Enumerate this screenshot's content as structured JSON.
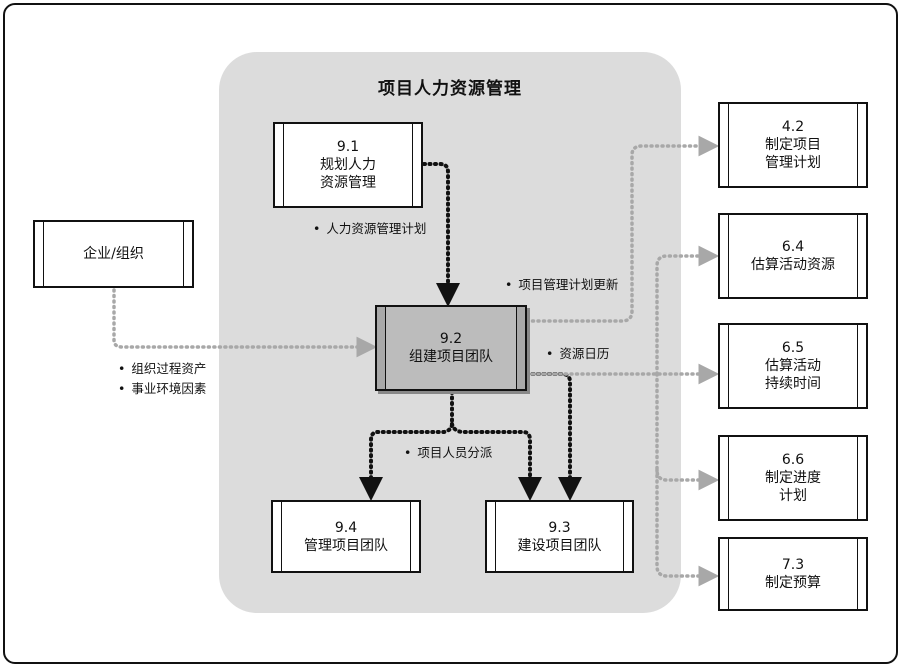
{
  "region_title": "项目人力资源管理",
  "processes": {
    "p91": {
      "number": "9.1",
      "line1": "规划人力",
      "line2": "资源管理"
    },
    "p92": {
      "number": "9.2",
      "line1": "组建项目团队"
    },
    "p94": {
      "number": "9.4",
      "line1": "管理项目团队"
    },
    "p93": {
      "number": "9.3",
      "line1": "建设项目团队"
    }
  },
  "external": {
    "enterprise": {
      "label": "企业/组织"
    },
    "p42": {
      "number": "4.2",
      "line1": "制定项目",
      "line2": "管理计划"
    },
    "p64": {
      "number": "6.4",
      "line1": "估算活动资源"
    },
    "p65": {
      "number": "6.5",
      "line1": "估算活动",
      "line2": "持续时间"
    },
    "p66": {
      "number": "6.6",
      "line1": "制定进度",
      "line2": "计划"
    },
    "p73": {
      "number": "7.3",
      "line1": "制定预算"
    }
  },
  "flows": {
    "hr_plan": "人力资源管理计划",
    "pm_plan_updates": "项目管理计划更新",
    "resource_calendar": "资源日历",
    "opa": "组织过程资产",
    "eef": "事业环境因素",
    "staff_assignments": "项目人员分派"
  },
  "bullet": "•",
  "colors": {
    "region": "#dcdcdc",
    "shaded_box": "#bcbcbc",
    "internal_arrow": "#111111",
    "external_arrow": "#a8a8a8"
  }
}
